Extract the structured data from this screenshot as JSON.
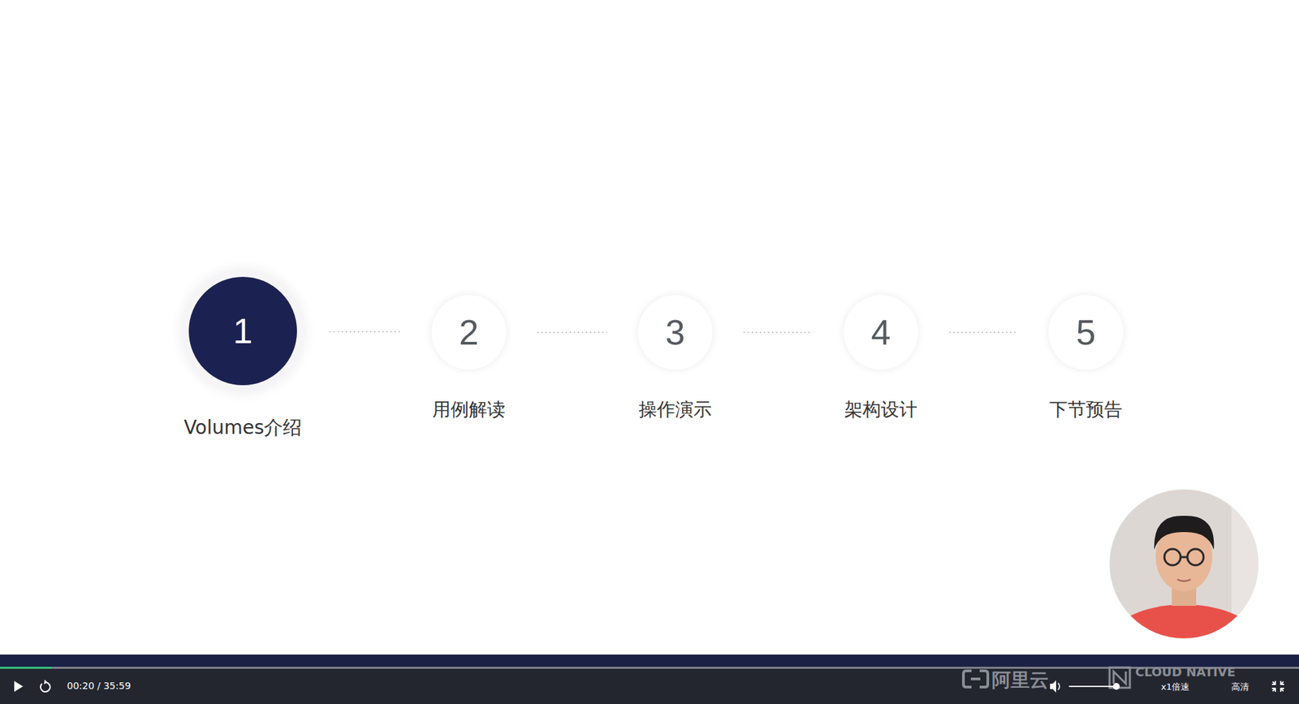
{
  "diagram": {
    "nodes": [
      {
        "text": [
          "1",
          "Volumes介绍"
        ]
      },
      {
        "text": [
          "2",
          "用例解读"
        ]
      },
      {
        "text": [
          "3",
          "操作演示"
        ]
      },
      {
        "text": [
          "4",
          "架构设计"
        ]
      },
      {
        "text": [
          "5",
          "下节预告"
        ]
      }
    ],
    "edges": [
      {
        "from": 0,
        "to": 1,
        "arrow": "none"
      },
      {
        "from": 1,
        "to": 2,
        "arrow": "none"
      },
      {
        "from": 2,
        "to": 3,
        "arrow": "none"
      },
      {
        "from": 3,
        "to": 4,
        "arrow": "none"
      }
    ],
    "labels": [
      "00:20 / 35:59",
      "阿里云",
      "CLOUD NATIVE",
      "x1倍速",
      "高清"
    ]
  }
}
